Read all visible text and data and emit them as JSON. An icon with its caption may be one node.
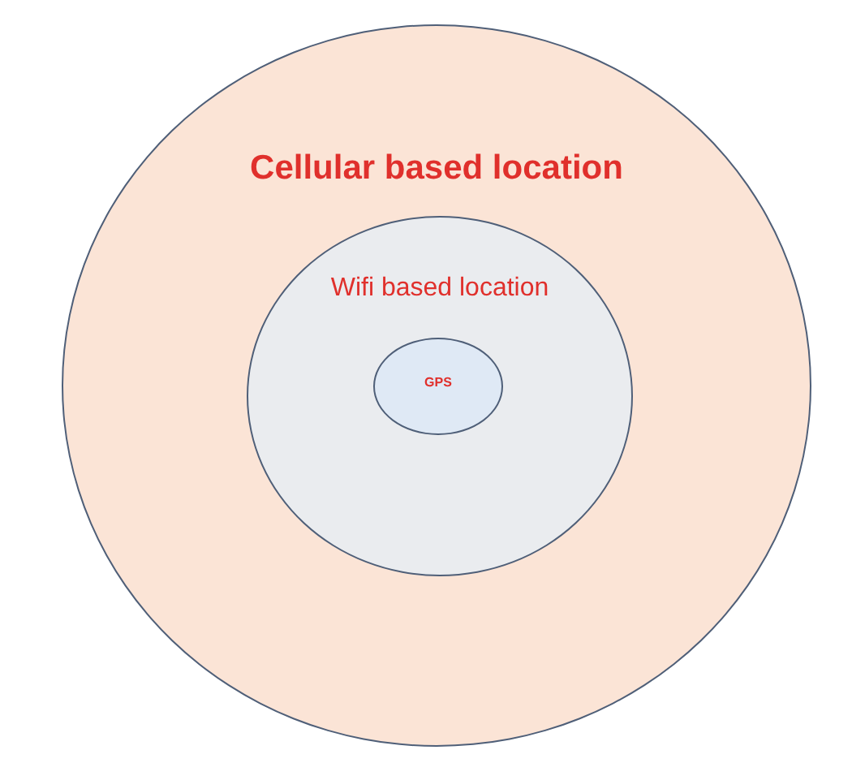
{
  "diagram": {
    "nodes": [
      {
        "text": [
          "Cellular based location"
        ]
      },
      {
        "text": [
          "Wifi based location"
        ],
        "in": 0
      },
      {
        "text": [
          "GPS"
        ],
        "in": 1
      }
    ]
  }
}
